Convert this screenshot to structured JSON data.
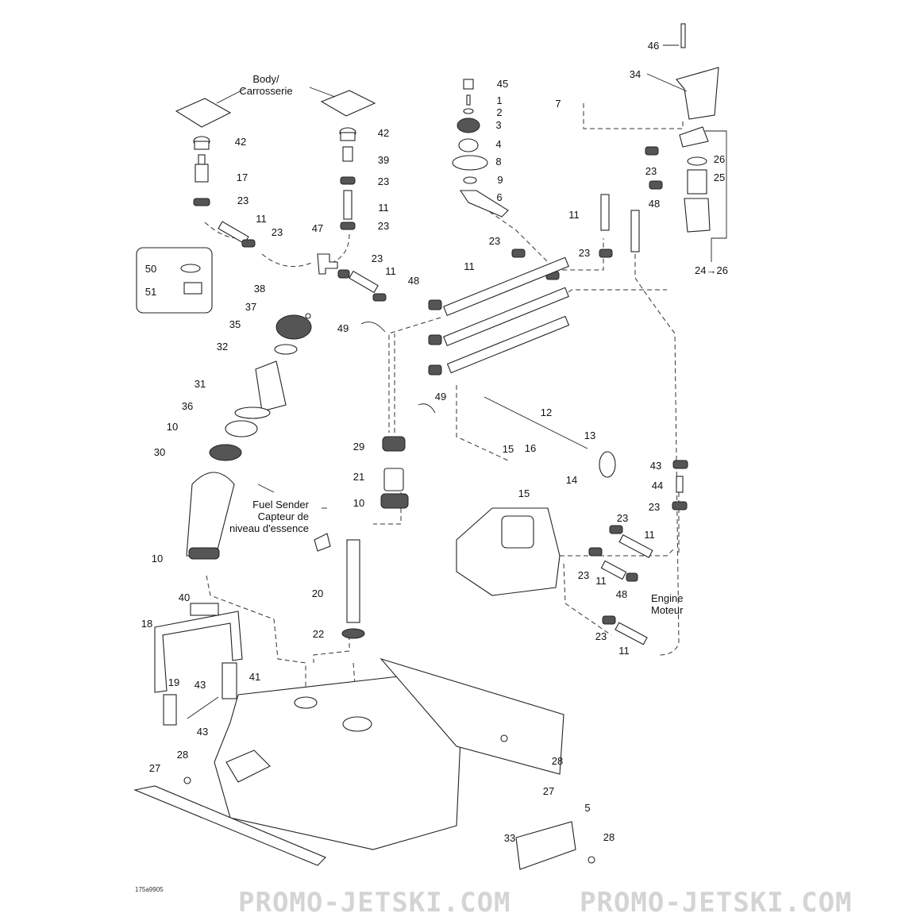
{
  "diagram": {
    "watermark": "PROMO-JETSKI.COM",
    "drawing_code": "175a9905",
    "notes": {
      "body": [
        "Body/",
        "Carrosserie"
      ],
      "fuel_sender": [
        "Fuel Sender",
        "Capteur de",
        "niveau d'essence"
      ],
      "engine": [
        "Engine",
        "Moteur"
      ]
    },
    "part_labels": [
      "46",
      "34",
      "45",
      "1",
      "2",
      "3",
      "4",
      "8",
      "9",
      "6",
      "7",
      "42",
      "17",
      "23",
      "11",
      "23",
      "42",
      "39",
      "23",
      "11",
      "23",
      "47",
      "23",
      "11",
      "48",
      "11",
      "23",
      "23",
      "11",
      "23",
      "48",
      "26",
      "25",
      "24→26",
      "50",
      "51",
      "38",
      "37",
      "35",
      "32",
      "31",
      "36",
      "10",
      "30",
      "49",
      "49",
      "29",
      "21",
      "10",
      "20",
      "22",
      "10",
      "12",
      "13",
      "16",
      "15",
      "15",
      "14",
      "43",
      "44",
      "23",
      "23",
      "11",
      "23",
      "11",
      "48",
      "23",
      "11",
      "40",
      "18",
      "19",
      "41",
      "43",
      "43",
      "27",
      "28",
      "28",
      "27",
      "33",
      "5",
      "28"
    ]
  }
}
